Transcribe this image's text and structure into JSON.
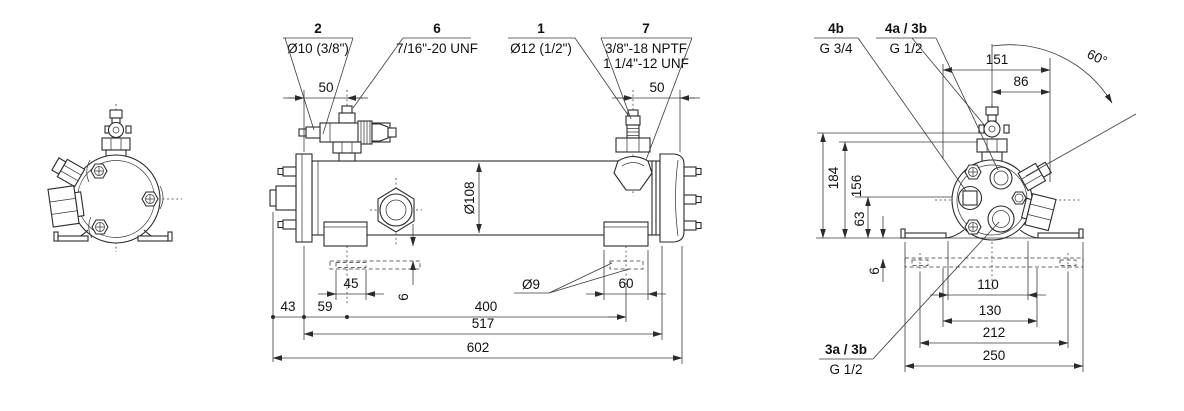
{
  "page": {
    "background": "#ffffff",
    "line_color": "#2b2b2b"
  },
  "callouts": {
    "item_2": {
      "id": "2",
      "spec": "Ø10 (3/8\")"
    },
    "item_6": {
      "id": "6",
      "spec": "7/16\"-20 UNF"
    },
    "item_1": {
      "id": "1",
      "spec": "Ø12 (1/2\")"
    },
    "item_7": {
      "id": "7",
      "spec_line1": "3/8\"-18 NPTF",
      "spec_line2": "1 1/4\"-12 UNF"
    },
    "item_4b": {
      "id": "4b",
      "spec": "G 3/4"
    },
    "item_4a_3b": {
      "id": "4a / 3b",
      "spec": "G 1/2"
    },
    "item_3a_3b": {
      "id": "3a / 3b",
      "spec": "G 1/2"
    }
  },
  "dimensions": {
    "side_view": {
      "port_offset_left": "50",
      "port_offset_right": "50",
      "shell_diameter": "Ø108",
      "foot_slot_length": "45",
      "foot_plate_offset": "6",
      "end_cap_length": "43",
      "flange_to_foot": "59",
      "foot_spacing": "400",
      "shell_length": "517",
      "overall_length": "602",
      "slot_hole": "Ø9",
      "foot_width": "60"
    },
    "end_view": {
      "overall_width": "151",
      "valve_offset": "86",
      "port_angle": "60°",
      "height_valve_top": "184",
      "height_valve_base": "156",
      "height_centerline": "63",
      "base_plate_offset": "6",
      "slot_spacing_inner": "110",
      "slot_spacing_mid": "130",
      "slot_spacing_outer": "212",
      "base_plate_width": "250"
    }
  }
}
